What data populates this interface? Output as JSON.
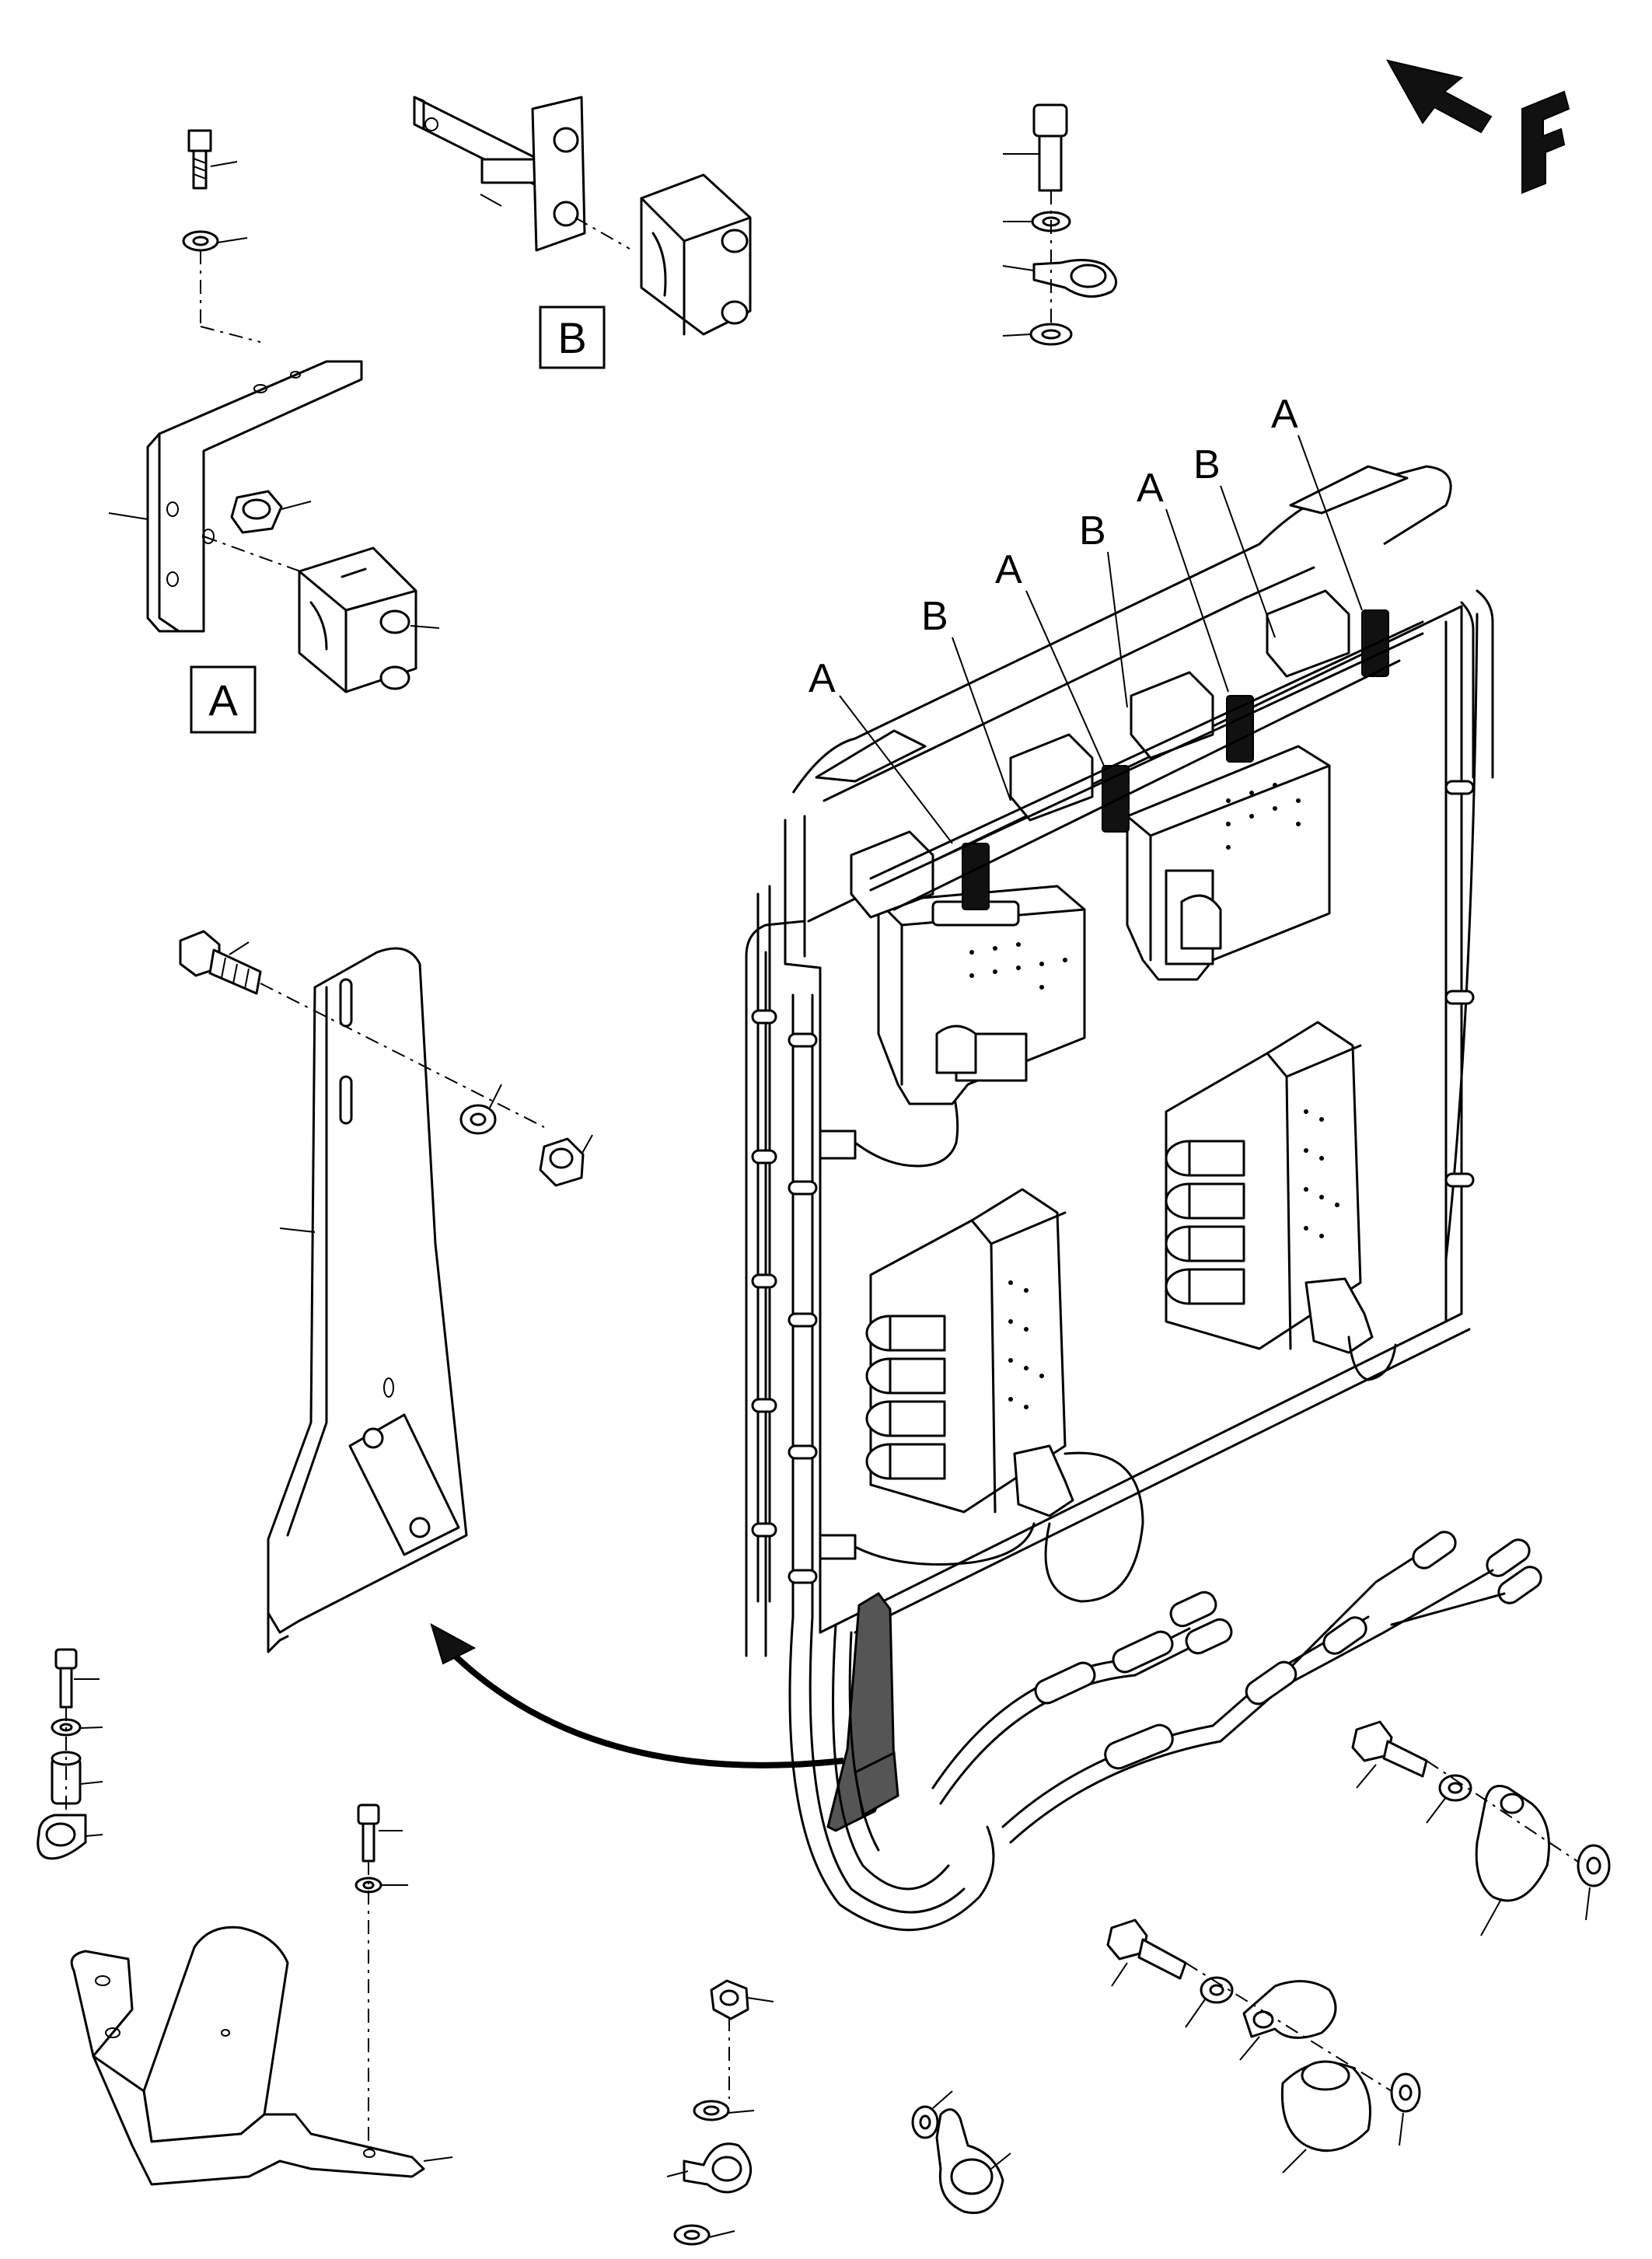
{
  "callouts": {
    "detail_a": "A",
    "detail_b": "B",
    "front_mark": "F"
  },
  "harness_labels": [
    "A",
    "B",
    "A",
    "B",
    "A",
    "B",
    "A"
  ],
  "colors": {
    "line": "#000000",
    "highlight_bracket": "#555555",
    "background": "#ffffff"
  }
}
